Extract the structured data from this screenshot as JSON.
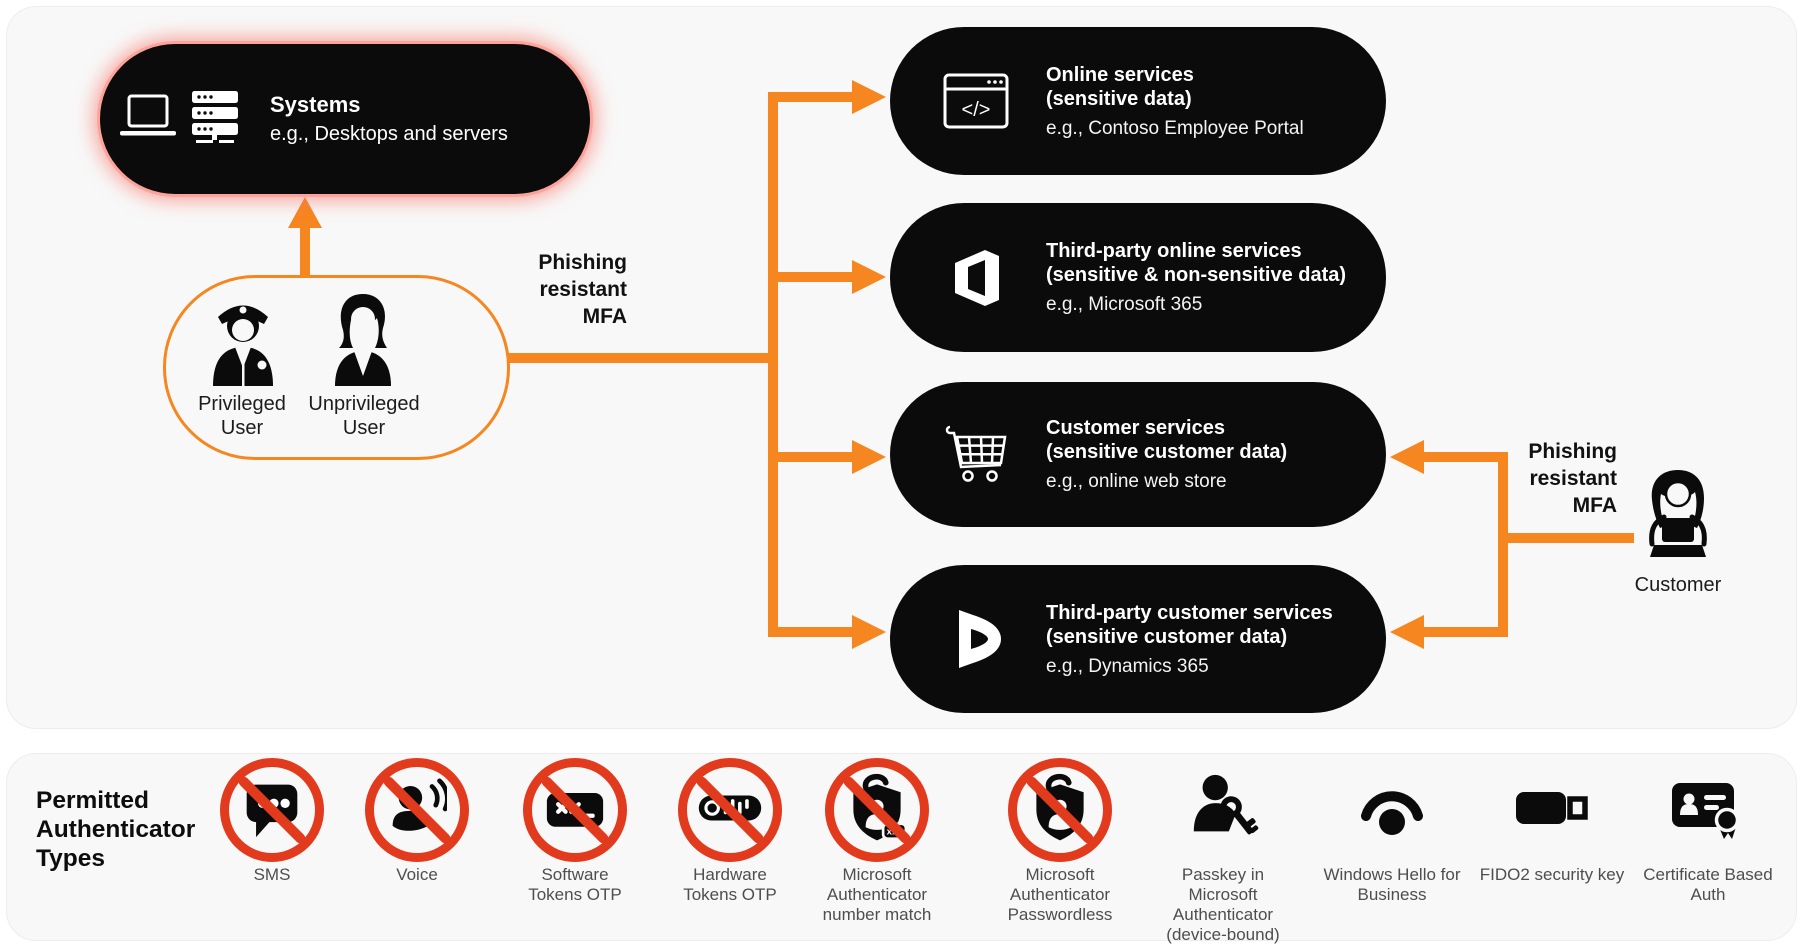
{
  "colors": {
    "accent_orange": "#f6861f",
    "prohibit_red": "#e23a1d",
    "pill_black": "#0b0b0b",
    "glow_pink": "#fca49b",
    "panel_bg": "#f8f8f8",
    "label_gray": "#4e4e4e"
  },
  "top_panel": {
    "systems": {
      "title": "Systems",
      "subtitle": "e.g., Desktops and servers"
    },
    "users_group": {
      "privileged_label": "Privileged User",
      "unprivileged_label": "Unprivileged User"
    },
    "mfa_label_left": "Phishing resistant MFA",
    "mfa_label_right": "Phishing resistant MFA",
    "customer_label": "Customer",
    "services": [
      {
        "title": "Online services",
        "qualifier": "(sensitive data)",
        "example": "e.g., Contoso Employee Portal",
        "icon": "browser-code-icon"
      },
      {
        "title": "Third-party online services",
        "qualifier": "(sensitive & non-sensitive data)",
        "example": "e.g., Microsoft 365",
        "icon": "office-icon"
      },
      {
        "title": "Customer services",
        "qualifier": "(sensitive customer data)",
        "example": "e.g., online web store",
        "icon": "shopping-cart-icon"
      },
      {
        "title": "Third-party customer services",
        "qualifier": "(sensitive customer data)",
        "example": "e.g., Dynamics 365",
        "icon": "dynamics-icon"
      }
    ]
  },
  "bottom_panel": {
    "heading": "Permitted Authenticator Types",
    "items": [
      {
        "label": "SMS",
        "allowed": false,
        "icon": "sms-icon"
      },
      {
        "label": "Voice",
        "allowed": false,
        "icon": "voice-icon"
      },
      {
        "label": "Software Tokens OTP",
        "allowed": false,
        "icon": "software-token-icon"
      },
      {
        "label": "Hardware Tokens OTP",
        "allowed": false,
        "icon": "hardware-token-icon"
      },
      {
        "label": "Microsoft Authenticator number match",
        "allowed": false,
        "icon": "authenticator-number-match-icon"
      },
      {
        "label": "Microsoft Authenticator Passwordless",
        "allowed": false,
        "icon": "authenticator-passwordless-icon"
      },
      {
        "label": "Passkey in Microsoft Authenticator (device-bound)",
        "allowed": true,
        "icon": "passkey-icon"
      },
      {
        "label": "Windows Hello for Business",
        "allowed": true,
        "icon": "windows-hello-icon"
      },
      {
        "label": "FIDO2 security key",
        "allowed": true,
        "icon": "fido2-key-icon"
      },
      {
        "label": "Certificate Based Auth",
        "allowed": true,
        "icon": "certificate-icon"
      }
    ]
  }
}
